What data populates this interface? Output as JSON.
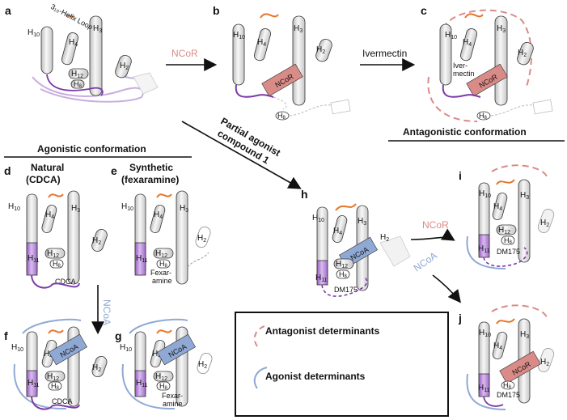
{
  "panels": {
    "a": "a",
    "b": "b",
    "c": "c",
    "d": "d",
    "e": "e",
    "f": "f",
    "g": "g",
    "h": "h",
    "i": "i",
    "j": "j"
  },
  "helices": {
    "h10": "H",
    "h10_sub": "10",
    "h3": "H",
    "h3_sub": "3",
    "h4": "H",
    "h4_sub": "4",
    "h12": "H",
    "h12_sub": "12",
    "h11": "H",
    "h11_sub": "11",
    "h8": "H",
    "h8_sub": "8",
    "h2": "H",
    "h2_sub": "2"
  },
  "loop_label": "3₁₀-Helix Loop",
  "arrows": {
    "ncor": "NCoR",
    "ivermectin": "Ivermectin",
    "partial_agonist_line1": "Partial agonist",
    "partial_agonist_line2": "compound 1",
    "ncoa": "NCoA"
  },
  "headings": {
    "agonistic": "Agonistic conformation",
    "antagonistic": "Antagonistic conformation",
    "natural_line1": "Natural",
    "natural_line2": "(CDCA)",
    "synthetic_line1": "Synthetic",
    "synthetic_line2": "(fexaramine)"
  },
  "boxes": {
    "ncor": "NCoR",
    "ncoa": "NCoA"
  },
  "ligands": {
    "ivermectin_line1": "Iver-",
    "ivermectin_line2": "mectin",
    "cdca": "CDCA",
    "fexaramine_line1": "Fexar-",
    "fexaramine_line2": "amine",
    "dm175": "DM175"
  },
  "legend": {
    "antagonist": "Antagonist determinants",
    "agonist": "Agonist determinants"
  },
  "colors": {
    "ncor_box": "#d98b87",
    "ncoa_box": "#8fa9d4",
    "purple": "#7b3aa8",
    "orange": "#e8742a",
    "antagonist_dash": "#d98b87",
    "agonist_arc": "#8fa9d4",
    "cylinder_fill": "#e8e8e8"
  }
}
